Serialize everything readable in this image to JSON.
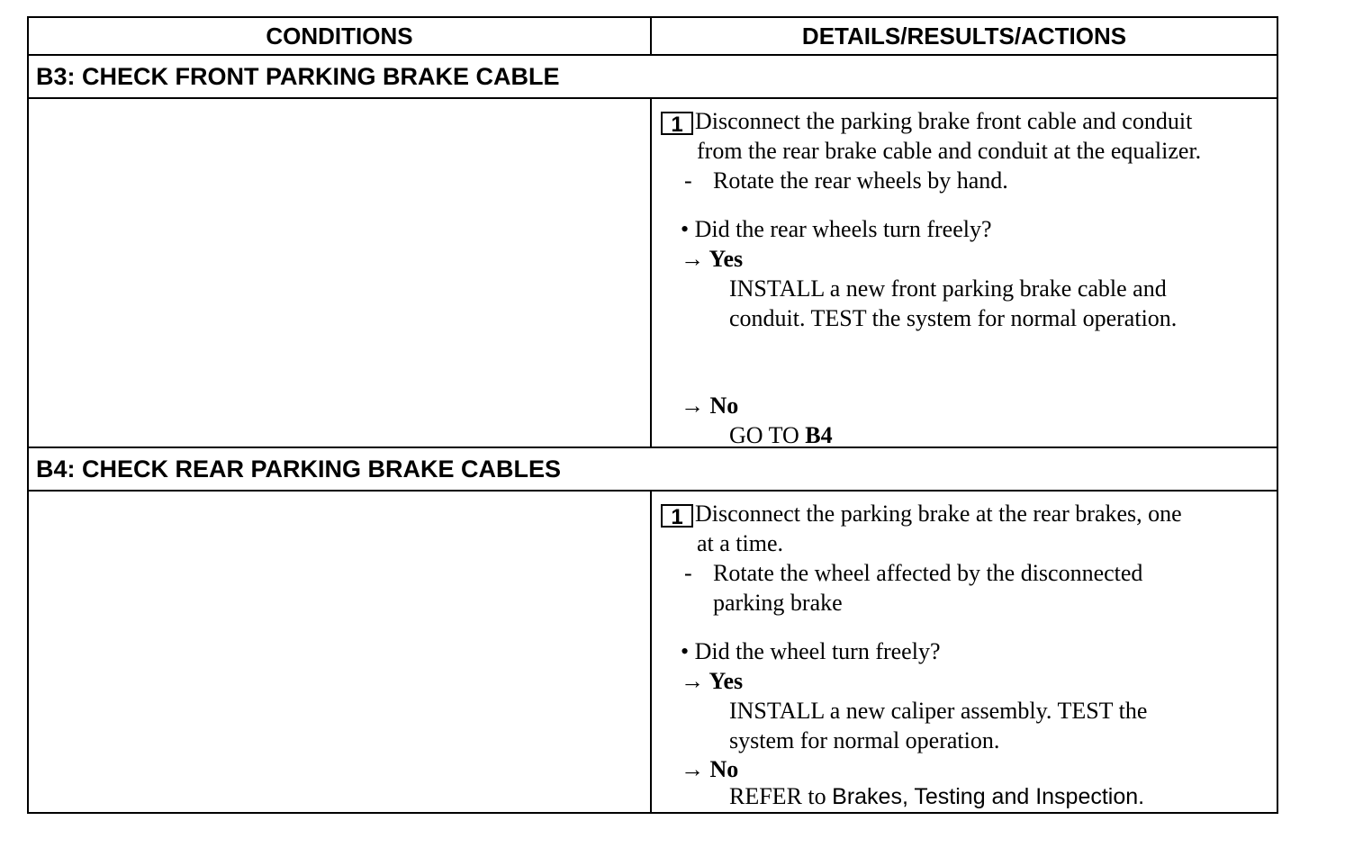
{
  "header": {
    "conditions": "CONDITIONS",
    "details": "DETAILS/RESULTS/ACTIONS"
  },
  "b3": {
    "title": "B3: CHECK FRONT PARKING BRAKE CABLE",
    "step_number": "1",
    "step_line1": "Disconnect the parking brake front cable and conduit",
    "step_line2": "from the rear brake cable and conduit at the equalizer.",
    "sub_dash": "-",
    "sub_text": "Rotate the rear wheels by hand.",
    "question": "• Did the rear wheels turn freely?",
    "yes_arrow": "→",
    "yes_label": "Yes",
    "yes_line1": "INSTALL a new front parking brake cable and",
    "yes_line2": "conduit. TEST the system for normal operation.",
    "no_arrow": "→",
    "no_label": "No",
    "no_text": "GO TO",
    "no_target": "B4"
  },
  "b4": {
    "title": "B4: CHECK REAR PARKING BRAKE CABLES",
    "step_number": "1",
    "step_line1": "Disconnect the parking brake at the rear brakes, one",
    "step_line2": "at a time.",
    "sub_dash": "-",
    "sub_line1": "Rotate the wheel affected by the disconnected",
    "sub_line2": "parking brake",
    "question": "• Did the wheel turn freely?",
    "yes_arrow": "→",
    "yes_label": "Yes",
    "yes_line1": "INSTALL a new caliper assembly. TEST the",
    "yes_line2": "system for normal operation.",
    "no_arrow": "→",
    "no_label": "No",
    "no_text": "REFER to",
    "no_target": "Brakes, Testing and Inspection."
  }
}
